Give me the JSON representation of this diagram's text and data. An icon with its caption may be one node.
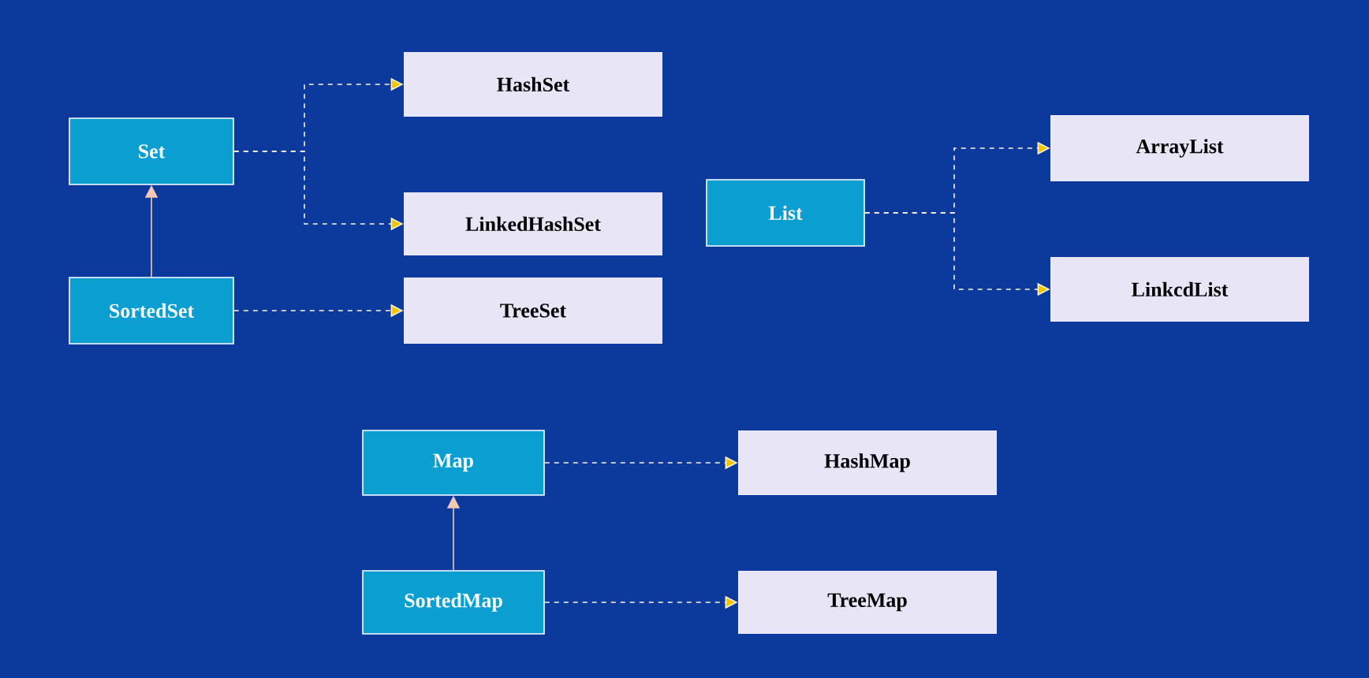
{
  "diagram": {
    "nodes": [
      {
        "text": [
          "Set"
        ]
      },
      {
        "text": [
          "HashSet"
        ]
      },
      {
        "text": [
          "LinkedHashSet"
        ]
      },
      {
        "text": [
          "SortedSet"
        ]
      },
      {
        "text": [
          "TreeSet"
        ]
      },
      {
        "text": [
          "List"
        ]
      },
      {
        "text": [
          "ArrayList"
        ]
      },
      {
        "text": [
          "LinkcdList"
        ]
      },
      {
        "text": [
          "Map"
        ]
      },
      {
        "text": [
          "HashMap"
        ]
      },
      {
        "text": [
          "SortedMap"
        ]
      },
      {
        "text": [
          "TreeMap"
        ]
      }
    ],
    "edges": [
      {
        "from": 0,
        "to": 1,
        "arrow": "to",
        "style": "dashed"
      },
      {
        "from": 0,
        "to": 2,
        "arrow": "to",
        "style": "dashed"
      },
      {
        "from": 3,
        "to": 0,
        "arrow": "to",
        "color": "#f2c9b4"
      },
      {
        "from": 3,
        "to": 4,
        "arrow": "to",
        "style": "dashed"
      },
      {
        "from": 5,
        "to": 6,
        "arrow": "to",
        "style": "dashed"
      },
      {
        "from": 5,
        "to": 7,
        "arrow": "to",
        "style": "dashed"
      },
      {
        "from": 8,
        "to": 9,
        "arrow": "to",
        "style": "dashed"
      },
      {
        "from": 10,
        "to": 8,
        "arrow": "to",
        "color": "#f2c9b4"
      },
      {
        "from": 10,
        "to": 11,
        "arrow": "to",
        "style": "dashed"
      }
    ]
  }
}
